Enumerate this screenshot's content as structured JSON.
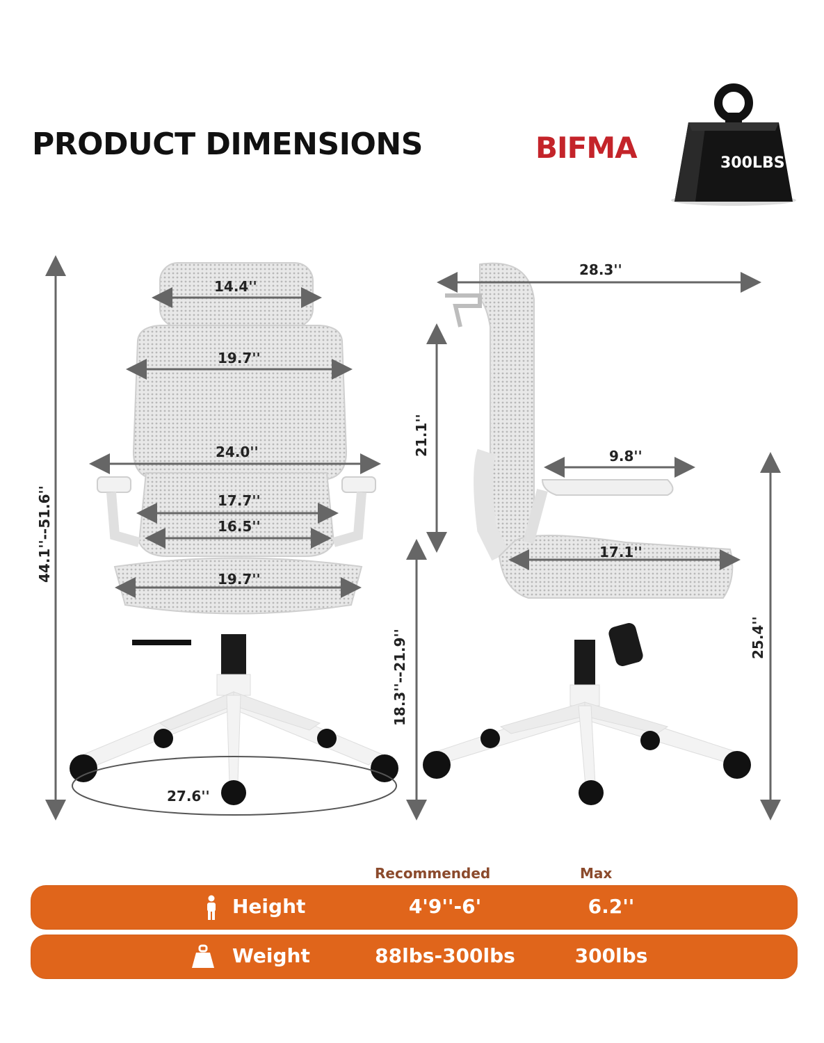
{
  "header": {
    "title": "PRODUCT DIMENSIONS",
    "brand": "BIFMA",
    "weight_badge": "300LBS"
  },
  "dimensions": {
    "front_headrest_width": "14.4''",
    "front_back_width": "19.7''",
    "front_arm_span": "24.0''",
    "front_lumbar_width": "17.7''",
    "front_inner_width": "16.5''",
    "front_seat_width": "19.7''",
    "front_total_height": "44.1''--51.6''",
    "front_base_diameter": "27.6''",
    "side_depth": "28.3''",
    "side_back_height": "21.1''",
    "side_armrest_length": "9.8''",
    "side_seat_depth": "17.1''",
    "side_seat_height": "18.3''--21.9''",
    "side_arm_height": "25.4''"
  },
  "table": {
    "headers": {
      "recommended": "Recommended",
      "max": "Max"
    },
    "rows": [
      {
        "icon": "person-icon",
        "label": "Height",
        "recommended": "4'9''-6'",
        "max": "6.2''"
      },
      {
        "icon": "weight-icon",
        "label": "Weight",
        "recommended": "88lbs-300lbs",
        "max": "300lbs"
      }
    ],
    "accent": "#e0651b"
  },
  "colors": {
    "brand_red": "#c4242a",
    "row_orange": "#e0651b",
    "header_brown": "#8b4a2c"
  }
}
